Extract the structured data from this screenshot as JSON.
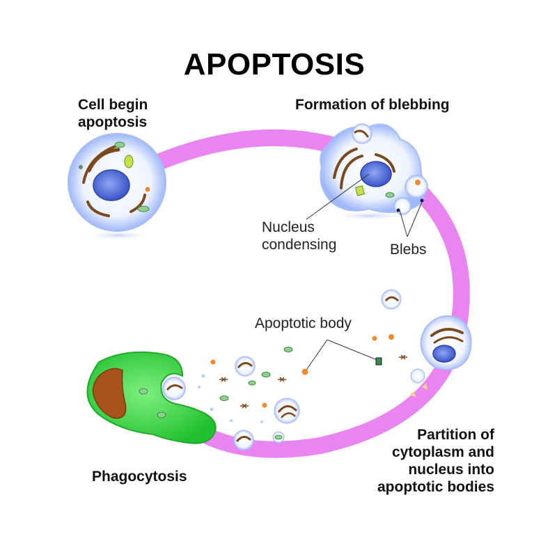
{
  "diagram": {
    "title": "APOPTOSIS",
    "stages": {
      "begin": "Cell begin\napoptosis",
      "blebbing": "Formation of blebbing",
      "partition": "Partition of\ncytoplasm and\nnucleus into\napoptotic bodies",
      "phagocytosis": "Phagocytosis"
    },
    "callouts": {
      "nucleus": "Nucleus\ncondensing",
      "blebs": "Blebs",
      "apoptotic_body": "Apoptotic body"
    },
    "colors": {
      "arrow": "#e77ef0",
      "cell_membrane": "#bfd3ff",
      "nucleus": "#5a78e0",
      "er": "#7a4a1e",
      "phagocyte": "#3ad24a",
      "phagocyte_nucleus": "#a8521c",
      "mitochondria": "#5fae5f",
      "lysosome": "#f08a30"
    }
  }
}
